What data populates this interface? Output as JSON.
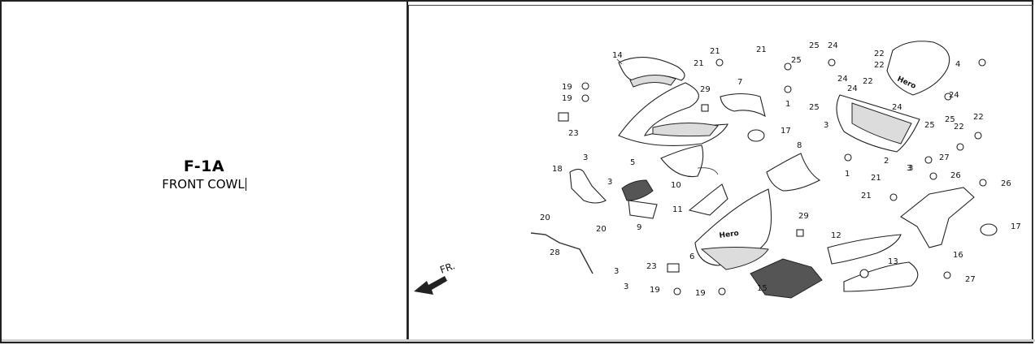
{
  "section": {
    "code": "F-1A",
    "name": "FRONT COWL"
  },
  "diagram": {
    "direction_label": "FR.",
    "windscreen_logo": "Hero",
    "cowl_logo": "Hero",
    "callouts": [
      "14",
      "19",
      "19",
      "29",
      "7",
      "21",
      "21",
      "21",
      "25",
      "24",
      "25",
      "24",
      "24",
      "25",
      "22",
      "22",
      "22",
      "4",
      "24",
      "25",
      "25",
      "22",
      "22",
      "24",
      "23",
      "3",
      "5",
      "1",
      "3",
      "2",
      "17",
      "3",
      "18",
      "3",
      "10",
      "8",
      "1",
      "3",
      "27",
      "21",
      "26",
      "26",
      "21",
      "11",
      "9",
      "20",
      "20",
      "28",
      "29",
      "12",
      "17",
      "16",
      "6",
      "3",
      "3",
      "23",
      "13",
      "19",
      "19",
      "15",
      "27"
    ]
  },
  "colors": {
    "frame": "#222222",
    "line": "#222222",
    "background": "#ffffff"
  }
}
